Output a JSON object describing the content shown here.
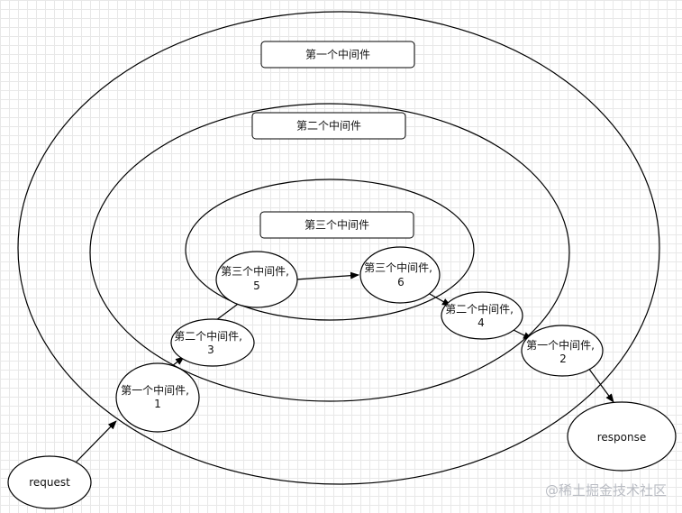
{
  "layers": {
    "outer_label": "第一个中间件",
    "middle_label": "第二个中间件",
    "inner_label": "第三个中间件"
  },
  "nodes": {
    "request": "request",
    "step1_line1": "第一个中间件,",
    "step1_line2": "1",
    "step3_line1": "第二个中间件,",
    "step3_line2": "3",
    "step5_line1": "第三个中间件,",
    "step5_line2": "5",
    "step6_line1": "第三个中间件,",
    "step6_line2": "6",
    "step4_line1": "第二个中间件,",
    "step4_line2": "4",
    "step2_line1": "第一个中间件,",
    "step2_line2": "2",
    "response": "response"
  },
  "watermark": "@稀土掘金技术社区"
}
